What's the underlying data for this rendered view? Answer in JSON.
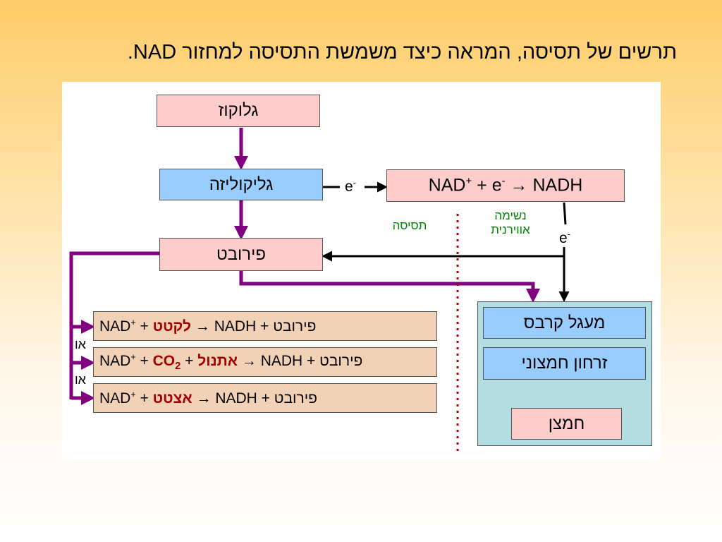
{
  "title": "תרשים של תסיסה, המראה כיצד משמשת התסיסה למחזור NAD.",
  "nodes": {
    "glucose": "גלוקוז",
    "glycolysis": "גליקוליזה",
    "nad_reaction": {
      "part1": "NAD",
      "sup1": "+",
      "part2": " + e",
      "sup2": "-",
      "part3": " → NADH"
    },
    "pyruvate": "פירובט",
    "krebs": "מעגל קרבס",
    "oxidative": "זרחון חמצוני",
    "oxygen": "חמצן"
  },
  "labels": {
    "fermentation": "תסיסה",
    "aerobic_line1": "נשימה",
    "aerobic_line2": "אווירנית",
    "electron": "e",
    "electron_sup": "-",
    "or": "או"
  },
  "equations": [
    {
      "nad": "NAD",
      "nad_sup": "+",
      "plus": " + ",
      "product": "לקטט",
      "arrow": " → NADH + ",
      "pyruvate": "פירובט"
    },
    {
      "nad": "NAD",
      "nad_sup": "+",
      "plus": " + ",
      "co2": "CO",
      "co2_sub": "2",
      "plus2": " + ",
      "product": "אתנול",
      "arrow": " → NADH + ",
      "pyruvate": "פירובט"
    },
    {
      "nad": "NAD",
      "nad_sup": "+",
      "plus": " + ",
      "product": "אצטט",
      "arrow": " → NADH + ",
      "pyruvate": "פירובט"
    }
  ],
  "colors": {
    "purple": "#800080",
    "black": "#000000",
    "dotted": "#b00000",
    "product_red": "#a50000",
    "aerobic_green": "#008800"
  }
}
